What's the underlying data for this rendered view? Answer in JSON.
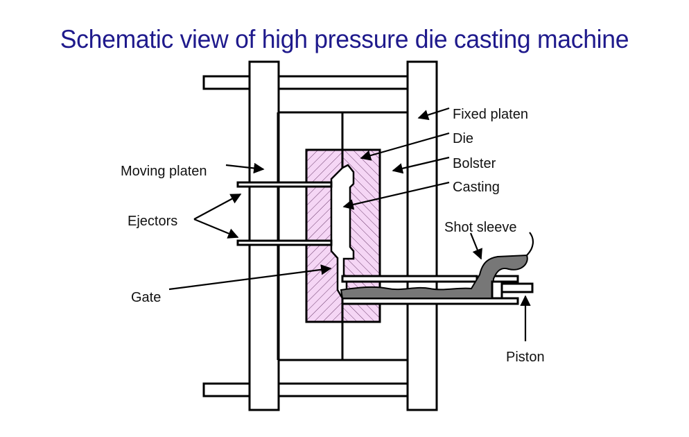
{
  "title": "Schematic view of high pressure die casting machine",
  "colors": {
    "title": "#1f1a8c",
    "die_fill": "#f5d6f5",
    "hatch": "#6a3a6a",
    "metal": "#777777",
    "line": "#000000"
  },
  "labels": {
    "fixed_platen": "Fixed platen",
    "die": "Die",
    "bolster": "Bolster",
    "casting": "Casting",
    "moving_platen": "Moving platen",
    "ejectors": "Ejectors",
    "shot_sleeve": "Shot sleeve",
    "gate": "Gate",
    "piston": "Piston"
  }
}
